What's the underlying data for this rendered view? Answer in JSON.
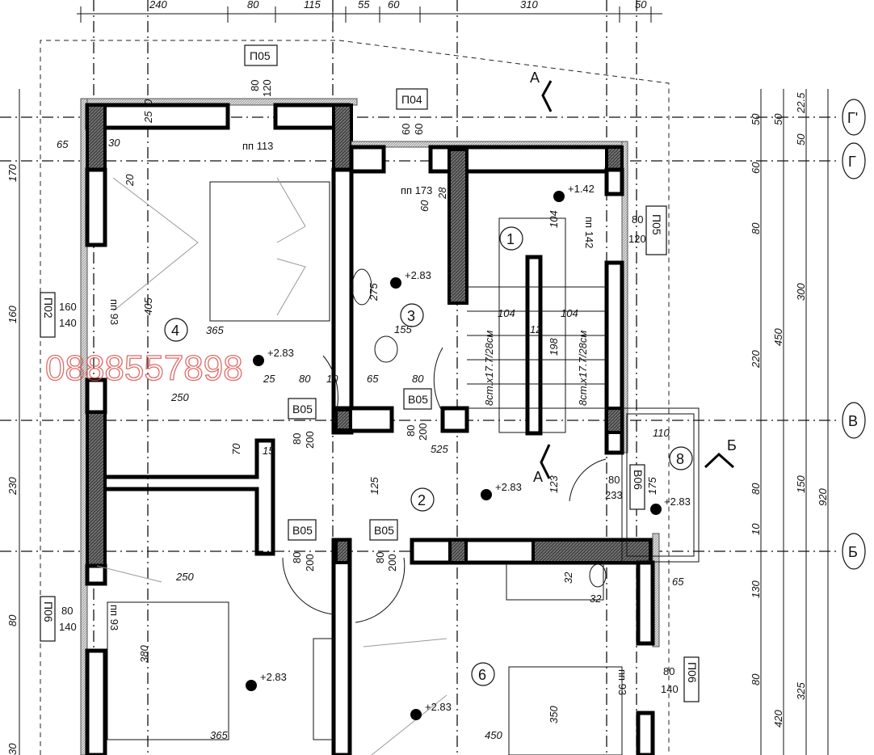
{
  "drawing": {
    "top_dims": [
      "240",
      "80",
      "115",
      "55",
      "60",
      "310",
      "50"
    ],
    "right_dims": [
      "50",
      "60",
      "80",
      "220",
      "10",
      "80",
      "130",
      "80",
      "50",
      "300",
      "150",
      "325",
      "22.5",
      "50",
      "450",
      "920",
      "420"
    ],
    "left_dims": [
      "170",
      "160",
      "230",
      "80",
      "30"
    ],
    "axes": [
      "Г'",
      "Г",
      "В",
      "Б"
    ],
    "section_marks": [
      "А",
      "А",
      "Б"
    ],
    "rooms": [
      "1",
      "2",
      "3",
      "4",
      "6",
      "8"
    ],
    "levels": {
      "stair": "+1.42",
      "floor": "+2.83"
    },
    "openings": [
      {
        "tag": "П05",
        "w": "80",
        "h": "120",
        "sill": "пп 113"
      },
      {
        "tag": "П04",
        "w": "60",
        "h": "60",
        "sill": "пп 173"
      },
      {
        "tag": "П05",
        "w": "80",
        "h": "120",
        "sill": "пп 142"
      },
      {
        "tag": "П02",
        "w": "160",
        "h": "140",
        "sill": "пп 93"
      },
      {
        "tag": "П06",
        "w": "80",
        "h": "140",
        "sill": "пп 93"
      },
      {
        "tag": "П06",
        "w": "80",
        "h": "140",
        "sill": "пп 93"
      },
      {
        "tag": "В05",
        "w": "80",
        "h": "200"
      },
      {
        "tag": "В05",
        "w": "80",
        "h": "200"
      },
      {
        "tag": "В05",
        "w": "80",
        "h": "200"
      },
      {
        "tag": "В05",
        "w": "80",
        "h": "200"
      },
      {
        "tag": "В06",
        "w": "80",
        "h": "233"
      }
    ],
    "stair_text": "8ст.х17.7/28см",
    "inner_dims": [
      "65",
      "30",
      "20",
      "25",
      "0",
      "405",
      "365",
      "250",
      "25",
      "80",
      "10",
      "65",
      "155",
      "275",
      "104",
      "12",
      "198",
      "525",
      "70",
      "15",
      "125",
      "110",
      "175",
      "32",
      "380",
      "350",
      "450",
      "123",
      "60",
      "28"
    ],
    "watermark": "0888557898"
  }
}
